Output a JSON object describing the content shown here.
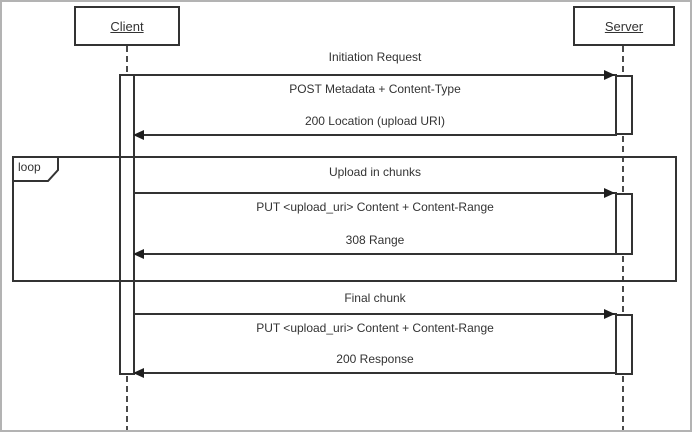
{
  "diagram_type": "uml-sequence-diagram",
  "actors": {
    "client": "Client",
    "server": "Server"
  },
  "fragment": {
    "label": "loop"
  },
  "flows": [
    {
      "title": "Initiation Request",
      "request": "POST Metadata + Content-Type",
      "response": "200 Location (upload URI)"
    },
    {
      "title": "Upload in chunks",
      "request": "PUT <upload_uri> Content + Content-Range",
      "response": "308 Range"
    },
    {
      "title": "Final chunk",
      "request": "PUT <upload_uri> Content + Content-Range",
      "response": "200 Response"
    }
  ],
  "colors": {
    "line": "#333333",
    "text": "#333333",
    "background": "#ffffff",
    "frame": "#b3b3b3"
  }
}
